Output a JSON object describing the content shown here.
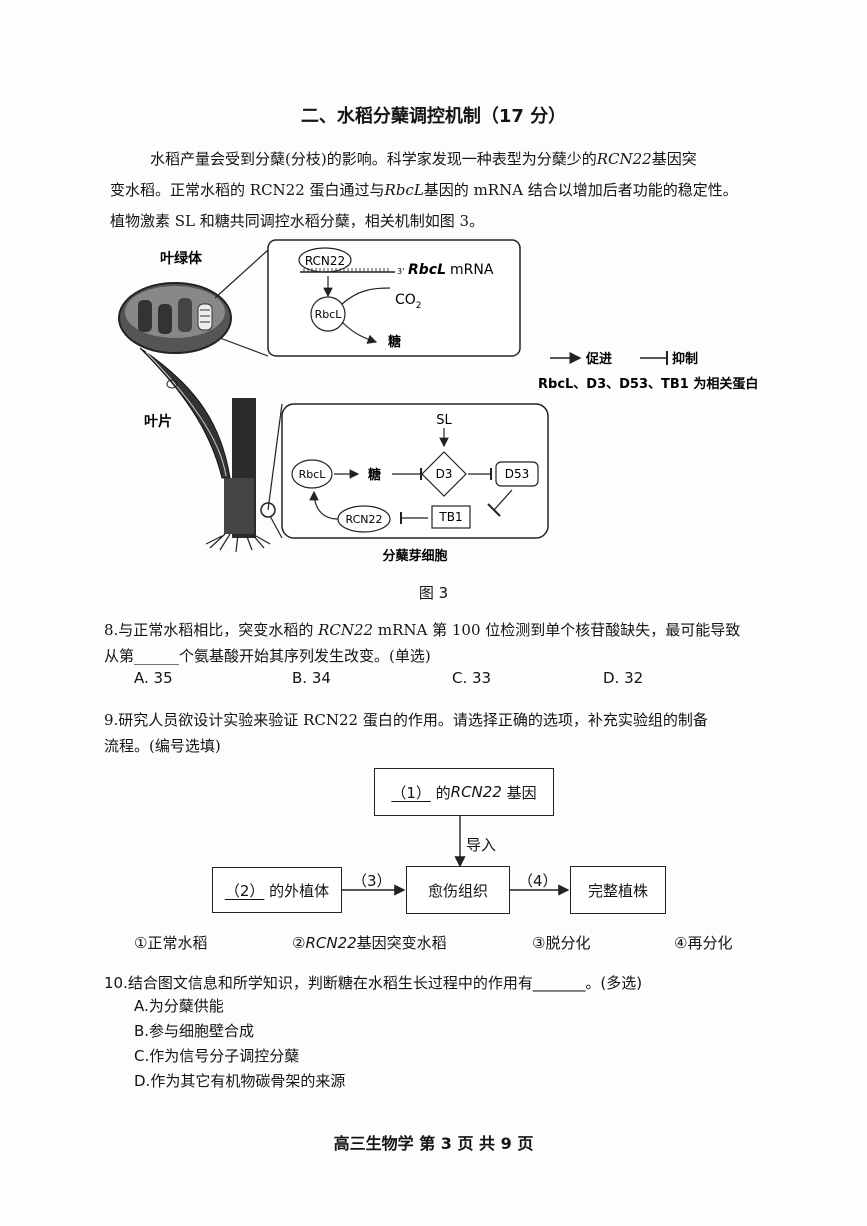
{
  "section_title": "二、水稻分蘖调控机制（17 分）",
  "intro": {
    "line1_a": "水稻产量会受到分蘖(分枝)的影响。科学家发现一种表型为分蘖少的",
    "line1_gene": "RCN22",
    "line1_b": "基因突",
    "line2_a": "变水稻。正常水稻的 RCN22 蛋白通过与",
    "line2_gene": "RbcL",
    "line2_b": "基因的 mRNA 结合以增加后者功能的稳定性。",
    "line3": "植物激素 SL 和糖共同调控水稻分蘖，相关机制如图 3。"
  },
  "figure": {
    "label_chloroplast": "叶绿体",
    "label_leaf": "叶片",
    "top_box": {
      "rcn22": "RCN22",
      "mrna_prime": "3'",
      "mrna_gene": "RbcL",
      "mrna_word": "mRNA",
      "rbcl": "RbcL",
      "co2": "CO",
      "co2_sub": "2",
      "sugar": "糖"
    },
    "legend": {
      "promote": "促进",
      "inhibit": "抑制",
      "note": "RbcL、D3、D53、TB1 为相关蛋白"
    },
    "bottom_box": {
      "sl": "SL",
      "rbcl": "RbcL",
      "sugar": "糖",
      "d3": "D3",
      "d53": "D53",
      "rcn22": "RCN22",
      "tb1": "TB1",
      "caption": "分蘖芽细胞"
    },
    "caption": "图 3"
  },
  "q8": {
    "line1_a": "8.与正常水稻相比，突变水稻的",
    "line1_gene": "RCN22",
    "line1_b": "mRNA 第 100 位检测到单个核苷酸缺失，最可能导致",
    "line2": "从第______个氨基酸开始其序列发生改变。(单选)",
    "options": [
      "A.  35",
      "B.  34",
      "C.  33",
      "D.  32"
    ]
  },
  "q9": {
    "line1": "9.研究人员欲设计实验来验证 RCN22 蛋白的作用。请选择正确的选项，补充实验组的制备",
    "line2": "流程。(编号选填)",
    "flow": {
      "box1_blank": "（1）",
      "box1_mid": "的",
      "box1_gene": "RCN22",
      "box1_end": "基因",
      "import": "导入",
      "box2_blank": "（2）",
      "box2_end": "的外植体",
      "step3": "（3）",
      "callus": "愈伤组织",
      "step4": "（4）",
      "plant": "完整植株"
    },
    "choices": {
      "c1": "①正常水稻",
      "c2_prefix": "②",
      "c2_gene": "RCN22",
      "c2_end": "基因突变水稻",
      "c3": "③脱分化",
      "c4": "④再分化"
    }
  },
  "q10": {
    "stem": "10.结合图文信息和所学知识，判断糖在水稻生长过程中的作用有_______。(多选)",
    "options": [
      "A.为分蘖供能",
      "B.参与细胞壁合成",
      "C.作为信号分子调控分蘖",
      "D.作为其它有机物碳骨架的来源"
    ]
  },
  "footer": "高三生物学   第 3 页   共 9 页"
}
